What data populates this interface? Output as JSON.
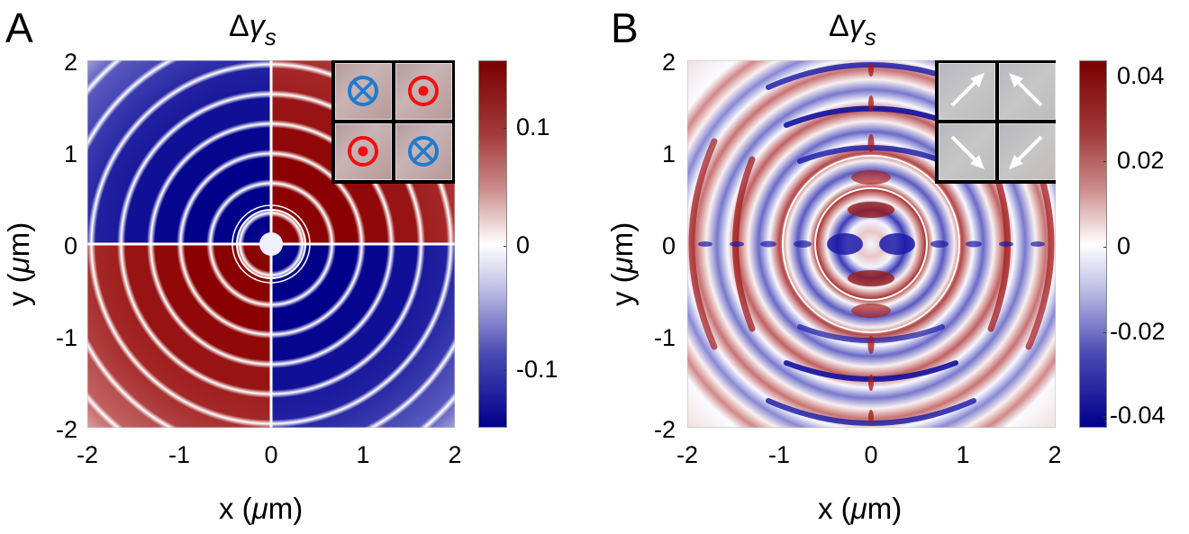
{
  "panels": [
    {
      "letter": "A",
      "title": {
        "prefix": "Δ",
        "symbol": "γ",
        "subscript": "s"
      },
      "xlabel": {
        "pre": "x (",
        "mu": "μ",
        "post": "m)"
      },
      "ylabel": {
        "pre": "y (",
        "mu": "μ",
        "post": "m)"
      },
      "xticks": [
        "-2",
        "-1",
        "0",
        "1",
        "2"
      ],
      "yticks": [
        "2",
        "1",
        "0",
        "-1",
        "-2"
      ],
      "colorbar": {
        "ticks": [
          "0.1",
          "0",
          "-0.1"
        ],
        "range": [
          -0.155,
          0.155
        ]
      },
      "inset": {
        "cells": [
          "cross-icon",
          "dot-icon",
          "dot-icon",
          "cross-icon"
        ]
      }
    },
    {
      "letter": "B",
      "title": {
        "prefix": "Δ",
        "symbol": "γ",
        "subscript": "s"
      },
      "xlabel": {
        "pre": "x (",
        "mu": "μ",
        "post": "m)"
      },
      "ylabel": {
        "pre": "y (",
        "mu": "μ",
        "post": "m)"
      },
      "xticks": [
        "-2",
        "-1",
        "0",
        "1",
        "2"
      ],
      "yticks": [
        "2",
        "1",
        "0",
        "-1",
        "-2"
      ],
      "colorbar": {
        "ticks": [
          "0.04",
          "0.02",
          "0",
          "-0.02",
          "-0.04"
        ],
        "range": [
          -0.044,
          0.044
        ]
      },
      "inset": {
        "cells": [
          "arrow-ne-icon",
          "arrow-nw-icon",
          "arrow-se-icon",
          "arrow-sw-icon"
        ]
      }
    }
  ],
  "colors": {
    "red": "#8b0000",
    "blue": "#00008b",
    "white": "#ffffff",
    "inset_blue": "#1e7bd0",
    "inset_red": "#f01010",
    "inset_gray": "#b8b8b8"
  },
  "chart_data": [
    {
      "type": "heatmap",
      "title": "Δγ_s",
      "panel": "A",
      "xlabel": "x (μm)",
      "ylabel": "y (μm)",
      "xlim": [
        -2,
        2
      ],
      "ylim": [
        -2,
        2
      ],
      "xticks": [
        -2,
        -1,
        0,
        1,
        2
      ],
      "yticks": [
        -2,
        -1,
        0,
        1,
        2
      ],
      "colorbar": {
        "ticks": [
          0.1,
          0,
          -0.1
        ],
        "range": [
          -0.155,
          0.155
        ],
        "colormap": "blue-white-red"
      },
      "description": "Quadrant pattern with concentric rings: top-left and bottom-right negative (blue ~-0.15), top-right and bottom-left positive (red ~+0.15); white ring nodes spaced ~0.3 μm; inset shows 2x2 grid of ⊗ (blue) / ⊙ (red) symbols.",
      "quadrants": {
        "top_left": -0.15,
        "top_right": 0.15,
        "bottom_left": 0.15,
        "bottom_right": -0.15
      }
    },
    {
      "type": "heatmap",
      "title": "Δγ_s",
      "panel": "B",
      "xlabel": "x (μm)",
      "ylabel": "y (μm)",
      "xlim": [
        -2,
        2
      ],
      "ylim": [
        -2,
        2
      ],
      "xticks": [
        -2,
        -1,
        0,
        1,
        2
      ],
      "yticks": [
        -2,
        -1,
        0,
        1,
        2
      ],
      "colorbar": {
        "ticks": [
          0.04,
          0.02,
          0,
          -0.02,
          -0.04
        ],
        "range": [
          -0.044,
          0.044
        ],
        "colormap": "blue-white-red"
      },
      "description": "Concentric ring interference pattern with alternating red/blue arcs of amplitude ~±0.04; blue bands dominate top/bottom, red bands left/right; inset shows 2x2 grid of arrows pointing NE, NW, SE, SW."
    }
  ]
}
